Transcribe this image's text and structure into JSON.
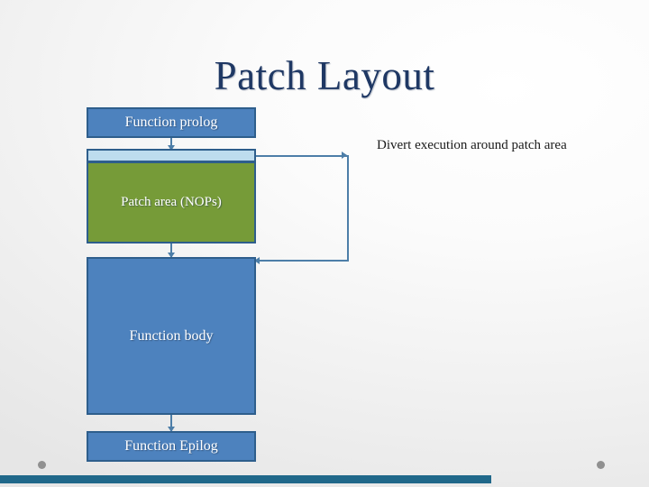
{
  "slide": {
    "title": "Patch Layout"
  },
  "diagram": {
    "boxes": [
      {
        "id": "prolog",
        "label": "Function prolog",
        "color": "#4D82BE",
        "border": "#2E5E8C"
      },
      {
        "id": "patch_bar",
        "label": "",
        "color": "#BDDCEE",
        "border": "#2E5E8C"
      },
      {
        "id": "patch_area",
        "label": "Patch area (NOPs)",
        "color": "#769B38",
        "border": "#2E5E8C"
      },
      {
        "id": "body",
        "label": "Function body",
        "color": "#4D82BE",
        "border": "#2E5E8C"
      },
      {
        "id": "epilog",
        "label": "Function Epilog",
        "color": "#4D82BE",
        "border": "#2E5E8C"
      }
    ],
    "connector_color": "#4D7EA8",
    "callout": "Divert execution around patch area"
  },
  "decor": {
    "footer_bar_color": "#20688A",
    "dot_color": "#808080",
    "title_color": "#1F3864"
  }
}
